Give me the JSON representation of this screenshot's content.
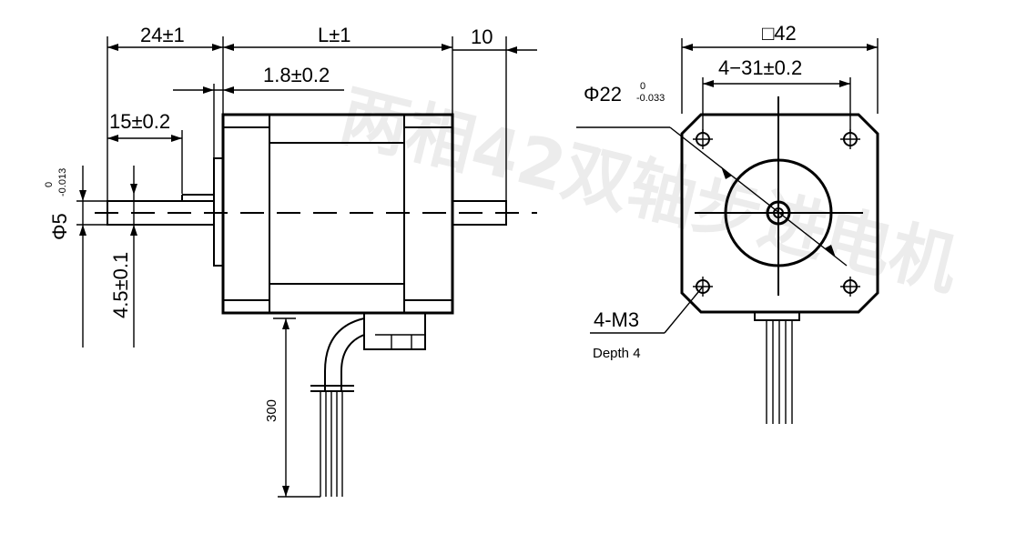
{
  "side_view": {
    "shaft_len": "24±1",
    "body_len": "L±1",
    "rear_shaft": "10",
    "flange": "1.8±0.2",
    "flat_len": "15±0.2",
    "diameter": "Φ5",
    "diameter_tol_upper": "0",
    "diameter_tol_lower": "-0.013",
    "flat_depth": "4.5±0.1",
    "lead_len": "300"
  },
  "front_view": {
    "square": "□42",
    "hole_spacing": "4−31±0.2",
    "boss": "Φ22",
    "boss_tol_upper": "0",
    "boss_tol_lower": "-0.033",
    "thread": "4-M3",
    "depth": "Depth 4"
  },
  "watermark": "两相42双轴步进电机"
}
